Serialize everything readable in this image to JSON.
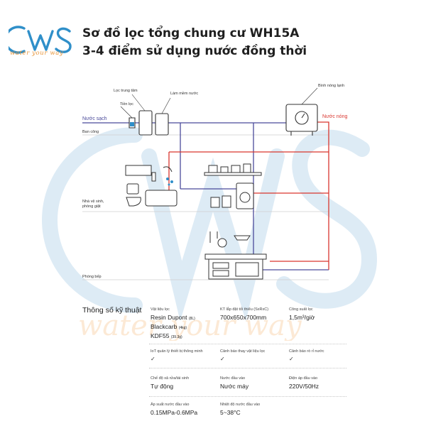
{
  "brand": {
    "logo_text": "CWS",
    "tagline": "water your way",
    "color_blue": "#2f8fc9",
    "color_orange": "#e8963a"
  },
  "title": {
    "line1": "Sơ đồ lọc tổng chung cư WH15A",
    "line2": "3-4 điểm sử dụng nước đồng thời"
  },
  "diagram": {
    "labels": {
      "loc_trung_tam": "Lọc trung tâm",
      "lam_mem_nuoc": "Làm mềm nước",
      "tien_loc": "Tiền lọc",
      "nuoc_sach": "Nước sạch",
      "ban_cong": "Ban công",
      "binh_nong_lanh": "Bình nóng lạnh",
      "nuoc_nong": "Nước nóng",
      "nha_ve_sinh": "Nhà vệ sinh,",
      "phong_giat": "phòng giặt",
      "phong_bep": "Phòng bếp"
    },
    "colors": {
      "cold_line": "#4a4a9a",
      "hot_line": "#d9362f",
      "divider": "#cfcfcf"
    }
  },
  "specs": {
    "title": "Thông số kỹ thuật",
    "items": {
      "vat_lieu": {
        "label": "Vật liệu lọc",
        "line1": "Resin Dupont",
        "line1_small": "(8L)",
        "line2": "Blackcarb",
        "line2_small": "(4kg)",
        "line3": "KDF55",
        "line3_small": "(39.3g)"
      },
      "kich_thuoc": {
        "label": "KT lắp đặt tối thiểu (SxRxC)",
        "value": "700x650x700mm"
      },
      "cong_suat": {
        "label": "Công suất lọc",
        "value": "1,5m³/giờ"
      },
      "iot": {
        "label": "IoT quản lý thiết bị thông minh",
        "value": "✓"
      },
      "canh_bao_thay": {
        "label": "Cảnh báo thay vật liệu lọc",
        "value": "✓"
      },
      "canh_bao_ro": {
        "label": "Cảnh báo rò rỉ nước",
        "value": "✓"
      },
      "che_do": {
        "label": "Chế độ xả rửa/tái sinh",
        "value": "Tự động"
      },
      "nuoc_dau_vao": {
        "label": "Nước đầu vào",
        "value": "Nước máy"
      },
      "dien_ap": {
        "label": "Điện áp đầu vào",
        "value": "220V/50Hz"
      },
      "ap_suat": {
        "label": "Áp suất nước đầu vào",
        "value": "0.15MPa-0.6MPa"
      },
      "nhiet_do": {
        "label": "Nhiệt độ nước đầu vào",
        "value": "5~38°C"
      }
    }
  }
}
